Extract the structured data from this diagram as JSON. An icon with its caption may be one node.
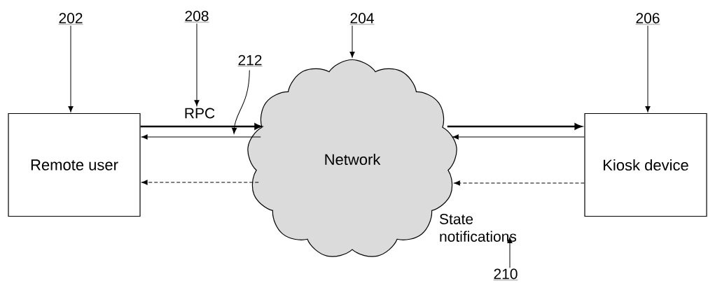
{
  "diagram": {
    "nodes": [
      {
        "text": [
          "Remote user"
        ]
      },
      {
        "text": [
          "Network"
        ]
      },
      {
        "text": [
          "Kiosk device"
        ]
      },
      {
        "text": [
          "202"
        ]
      },
      {
        "text": [
          "208"
        ]
      },
      {
        "text": [
          "204"
        ]
      },
      {
        "text": [
          "206"
        ]
      },
      {
        "text": [
          "212"
        ]
      },
      {
        "text": [
          "210"
        ]
      },
      {
        "text": [
          "RPC"
        ]
      },
      {
        "text": [
          "State notifications"
        ]
      }
    ],
    "edges": [
      {
        "from": 0,
        "to": 1,
        "arrow": "to",
        "style": "thick"
      },
      {
        "from": 1,
        "to": 0,
        "arrow": "to"
      },
      {
        "from": 1,
        "to": 0,
        "arrow": "to",
        "style": "dashed"
      },
      {
        "from": 1,
        "to": 2,
        "arrow": "to",
        "style": "thick"
      },
      {
        "from": 2,
        "to": 1,
        "arrow": "to"
      },
      {
        "from": 2,
        "to": 1,
        "arrow": "to",
        "style": "dashed"
      },
      {
        "from": 3,
        "to": 0,
        "arrow": "to"
      },
      {
        "from": 4,
        "to": 9,
        "arrow": "to"
      },
      {
        "from": 5,
        "to": 1,
        "arrow": "to"
      },
      {
        "from": 6,
        "to": 2,
        "arrow": "to"
      },
      {
        "from": 7,
        "to": null,
        "arrow": "to"
      },
      {
        "from": 8,
        "to": 10,
        "arrow": "to"
      }
    ]
  }
}
